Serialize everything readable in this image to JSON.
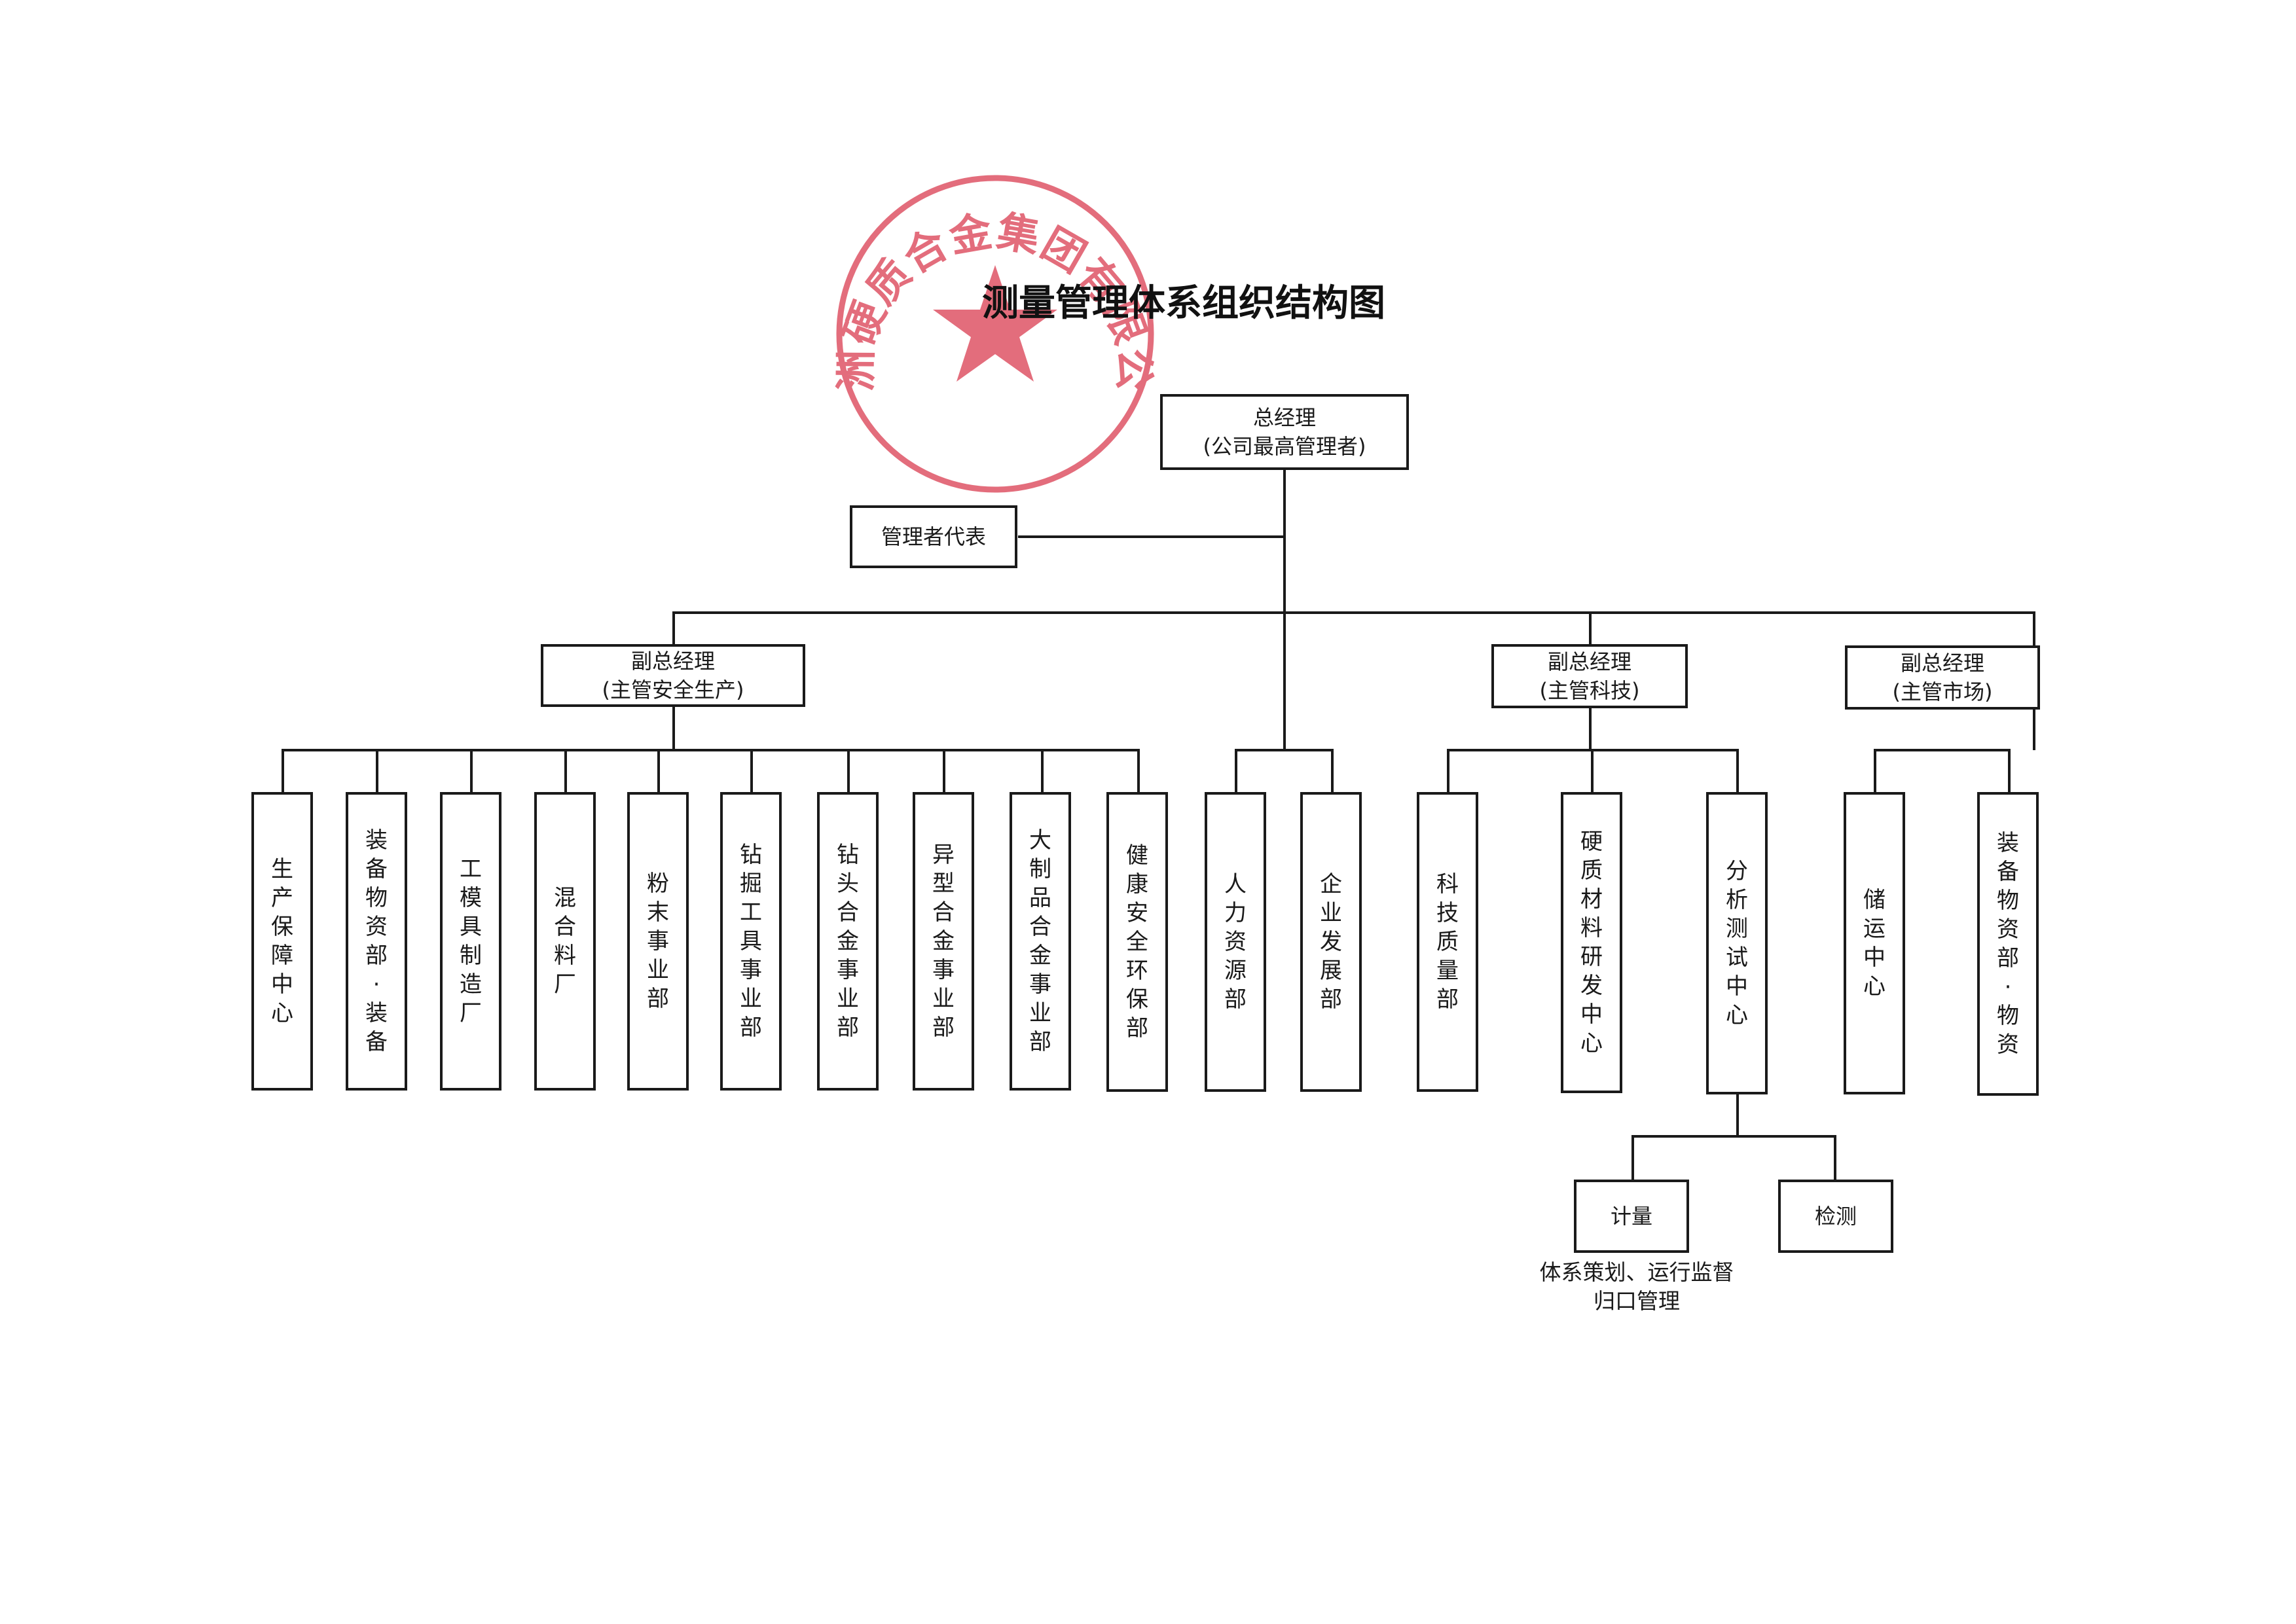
{
  "title": "测量管理体系组织结构图",
  "seal": {
    "text": "株洲硬质合金集团有限公司",
    "color": "#d9364a"
  },
  "ceo": {
    "label": "总经理",
    "sub": "(公司最高管理者)"
  },
  "mgmt_rep": "管理者代表",
  "vps": [
    {
      "label": "副总经理",
      "sub": "(主管安全生产)"
    },
    {
      "label": "副总经理",
      "sub": "(主管科技)"
    },
    {
      "label": "副总经理",
      "sub": "(主管市场)"
    }
  ],
  "depts": [
    "生产保障中心",
    "装备物资部·装备",
    "工模具制造厂",
    "混合料厂",
    "粉末事业部",
    "钻掘工具事业部",
    "钻头合金事业部",
    "异型合金事业部",
    "大制品合金事业部",
    "健康安全环保部",
    "人力资源部",
    "企业发展部",
    "科技质量部",
    "硬质材料研发中心",
    "分析测试中心",
    "储运中心",
    "装备物资部·物资"
  ],
  "subunits": [
    "计量",
    "检测"
  ],
  "note": [
    "体系策划、运行监督",
    "归口管理"
  ]
}
